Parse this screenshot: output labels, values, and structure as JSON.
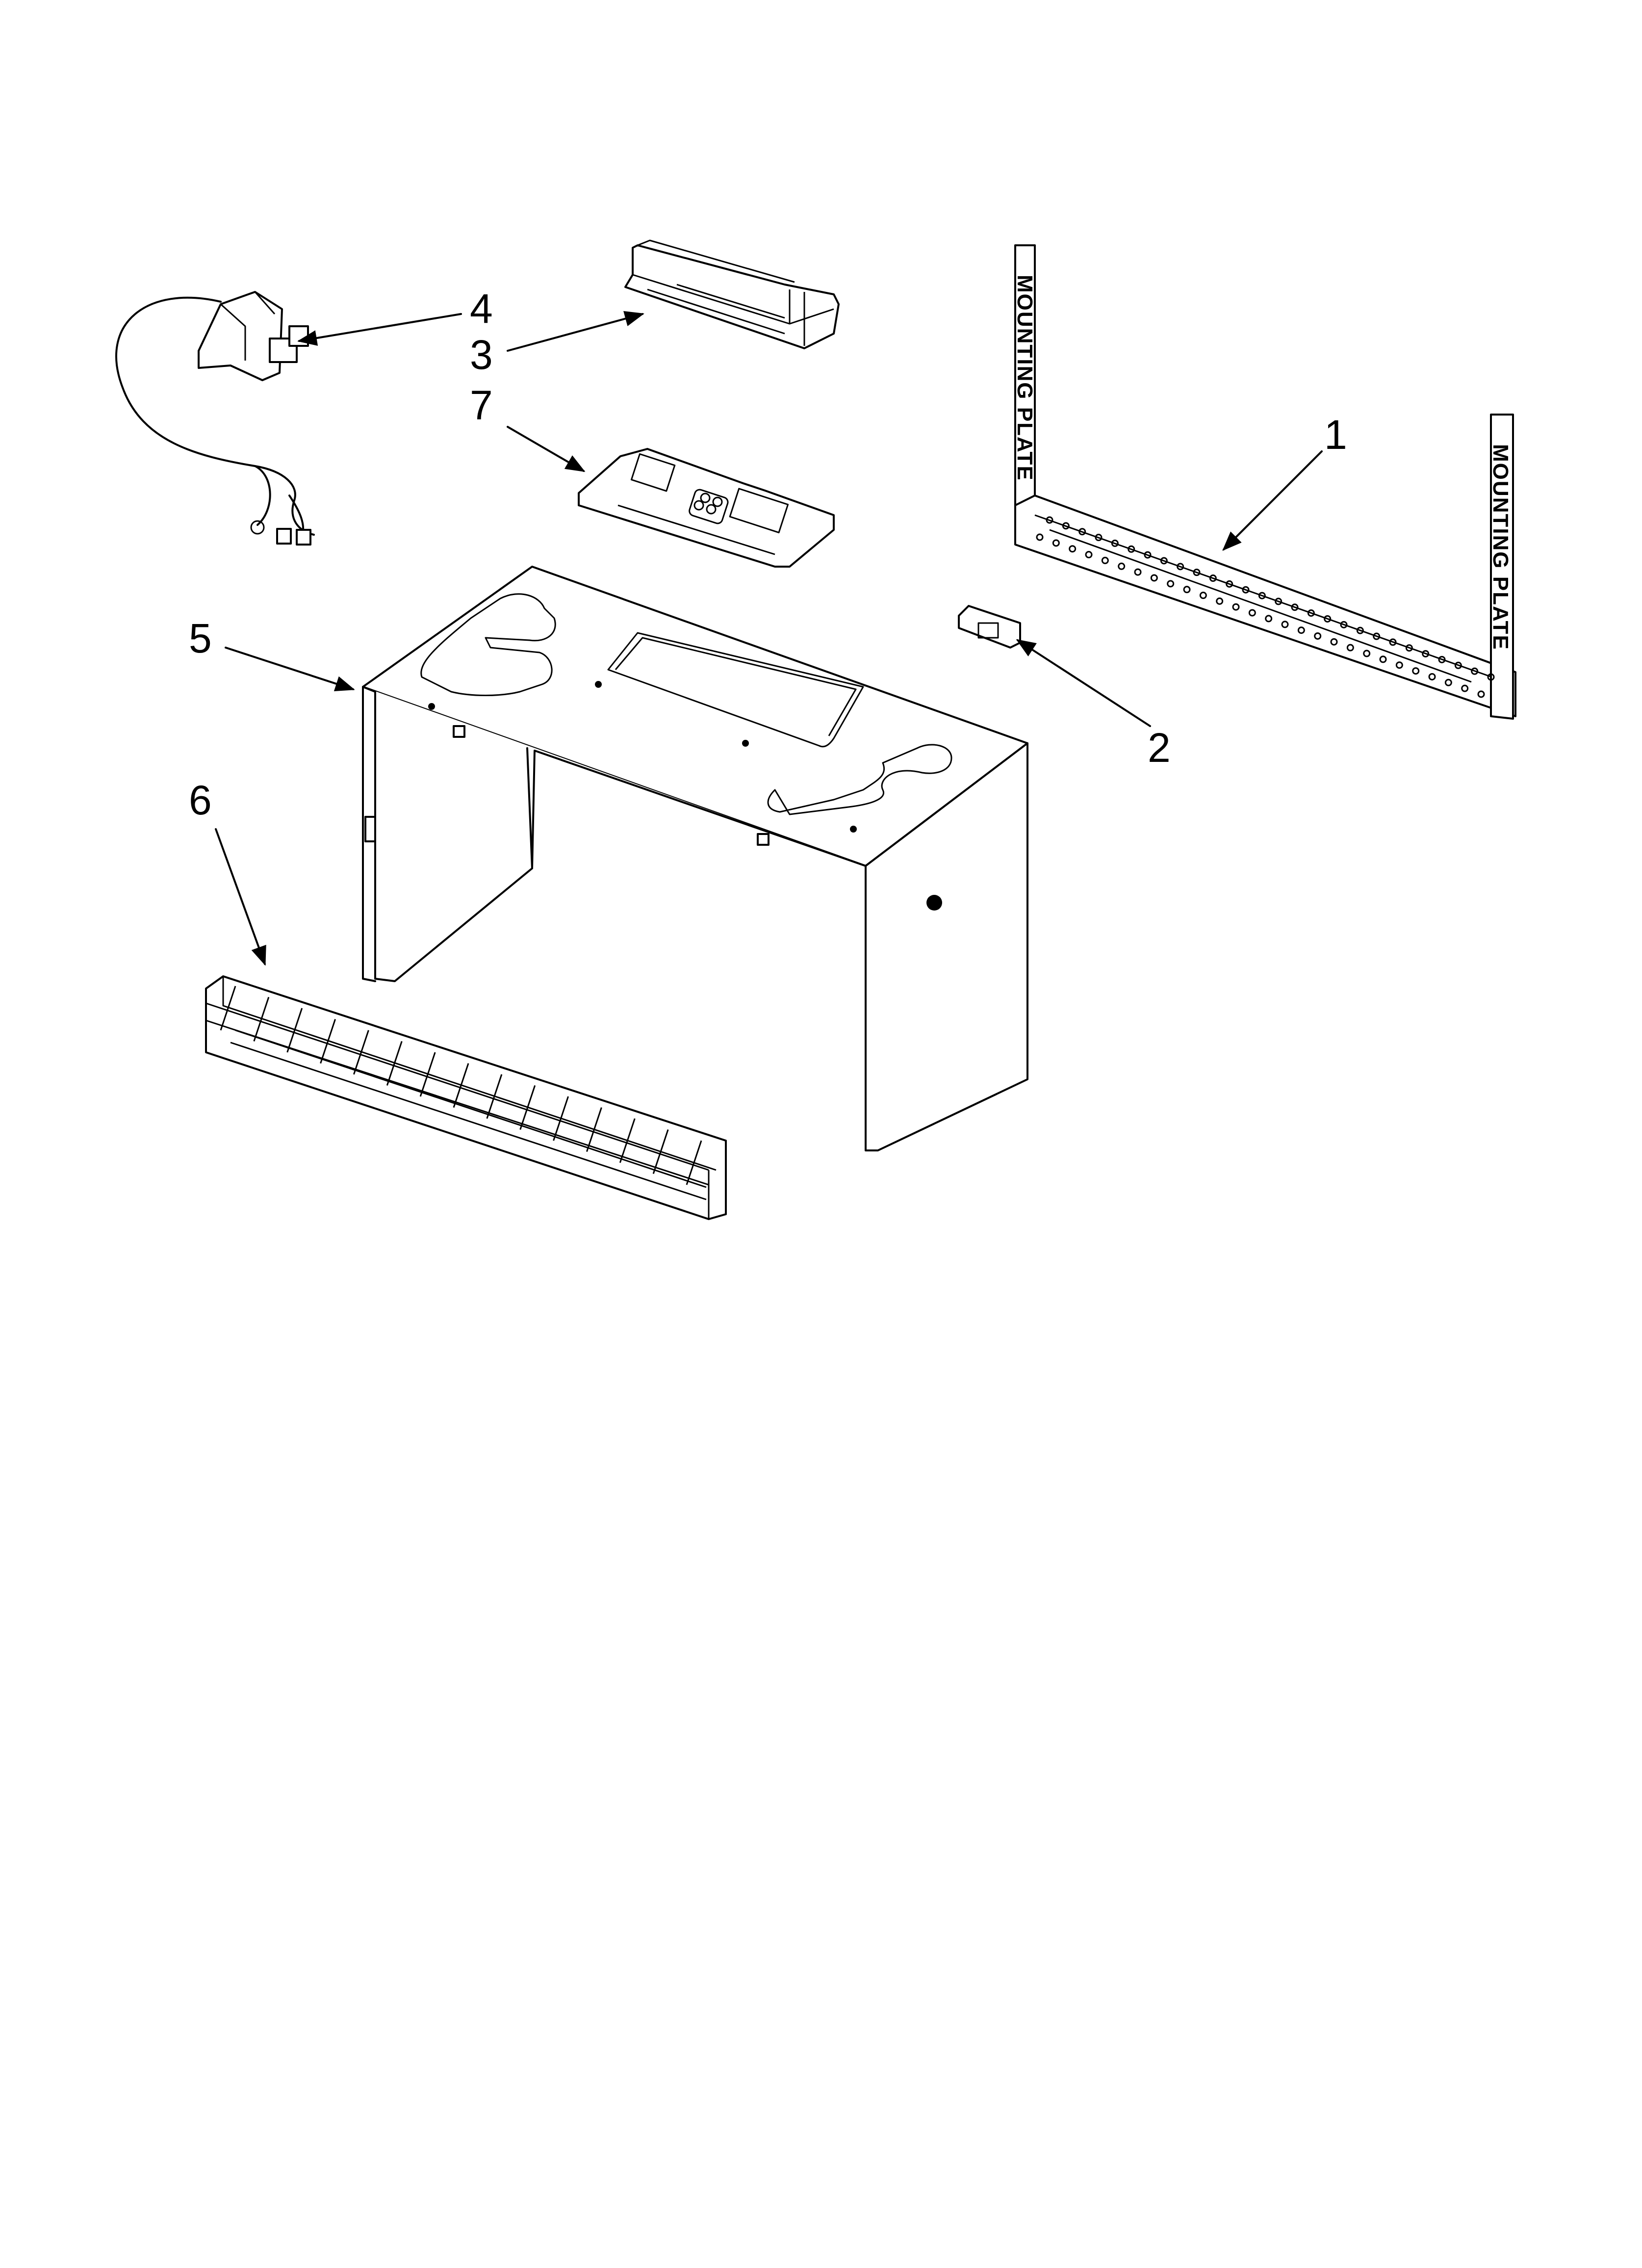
{
  "callouts": [
    {
      "id": "1",
      "label": "1",
      "part": "mounting-plate"
    },
    {
      "id": "2",
      "label": "2",
      "part": "small-bracket"
    },
    {
      "id": "3",
      "label": "3",
      "part": "vent-damper"
    },
    {
      "id": "4",
      "label": "4",
      "part": "power-cord-plug"
    },
    {
      "id": "5",
      "label": "5",
      "part": "cabinet-wrapper"
    },
    {
      "id": "6",
      "label": "6",
      "part": "front-grille"
    },
    {
      "id": "7",
      "label": "7",
      "part": "control-plate"
    }
  ],
  "mounting_plate_text": "MOUNTING PLATE",
  "colors": {
    "line": "#000000",
    "background": "#ffffff"
  }
}
